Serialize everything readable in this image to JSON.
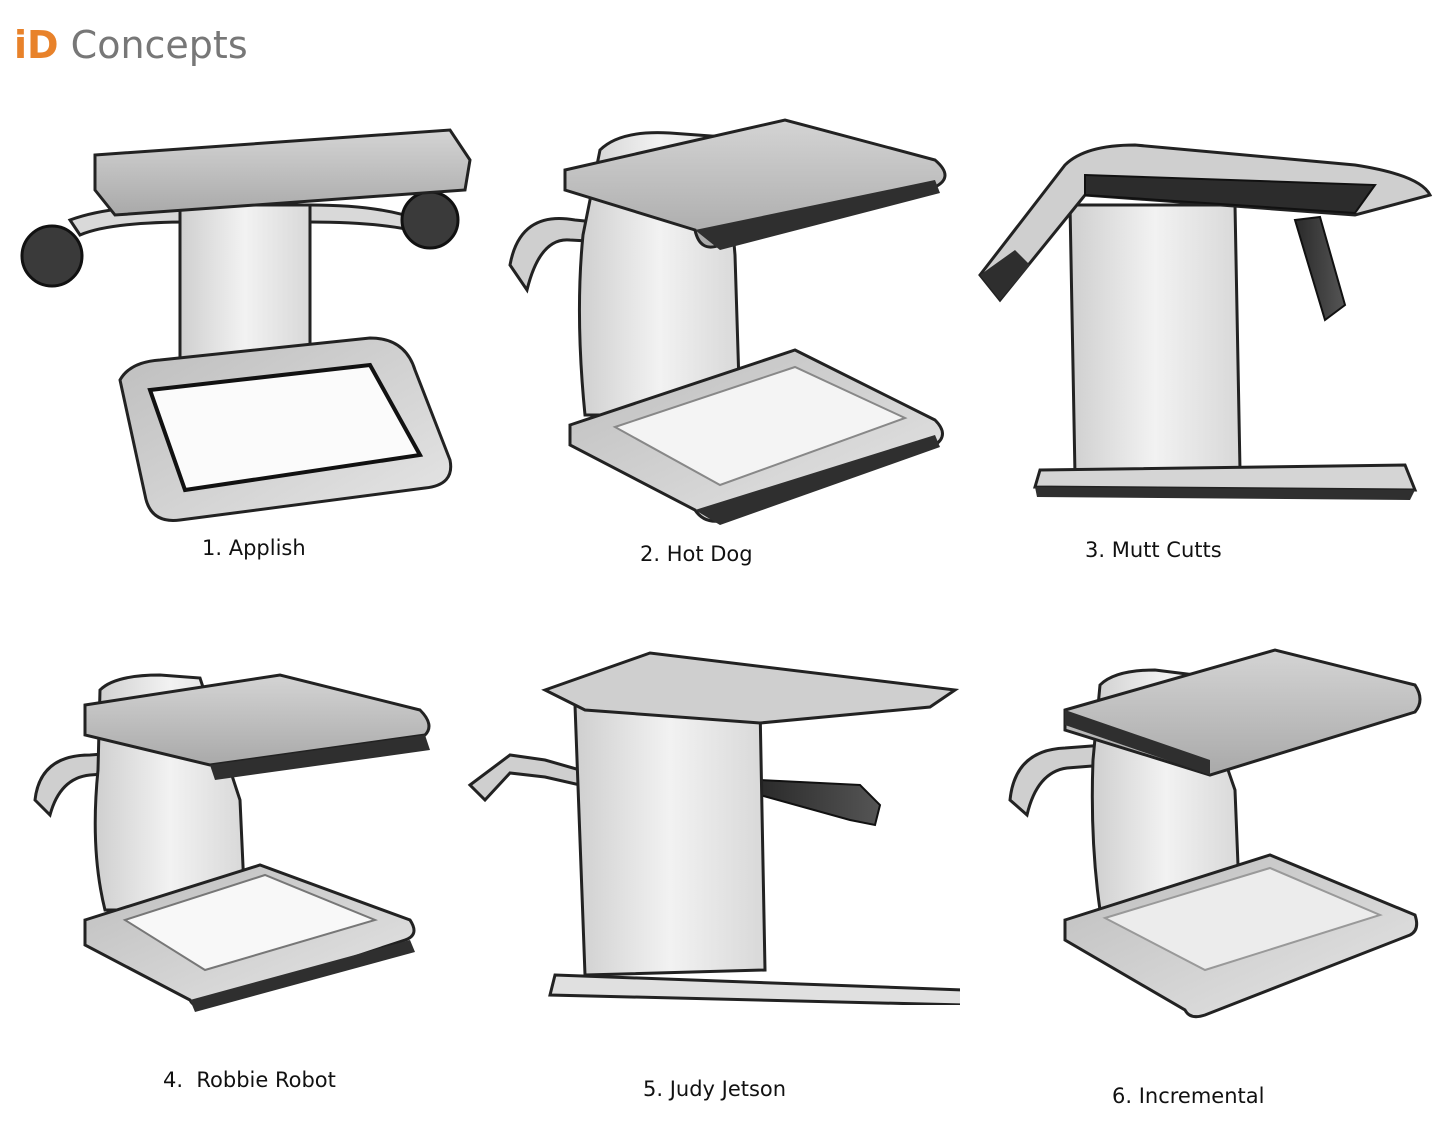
{
  "header": {
    "brand": "iD",
    "title": "Concepts"
  },
  "concepts": [
    {
      "label": "1. Applish"
    },
    {
      "label": "2. Hot Dog"
    },
    {
      "label": "3. Mutt Cutts"
    },
    {
      "label": "4.  Robbie Robot"
    },
    {
      "label": "5. Judy Jetson"
    },
    {
      "label": "6. Incremental"
    }
  ]
}
